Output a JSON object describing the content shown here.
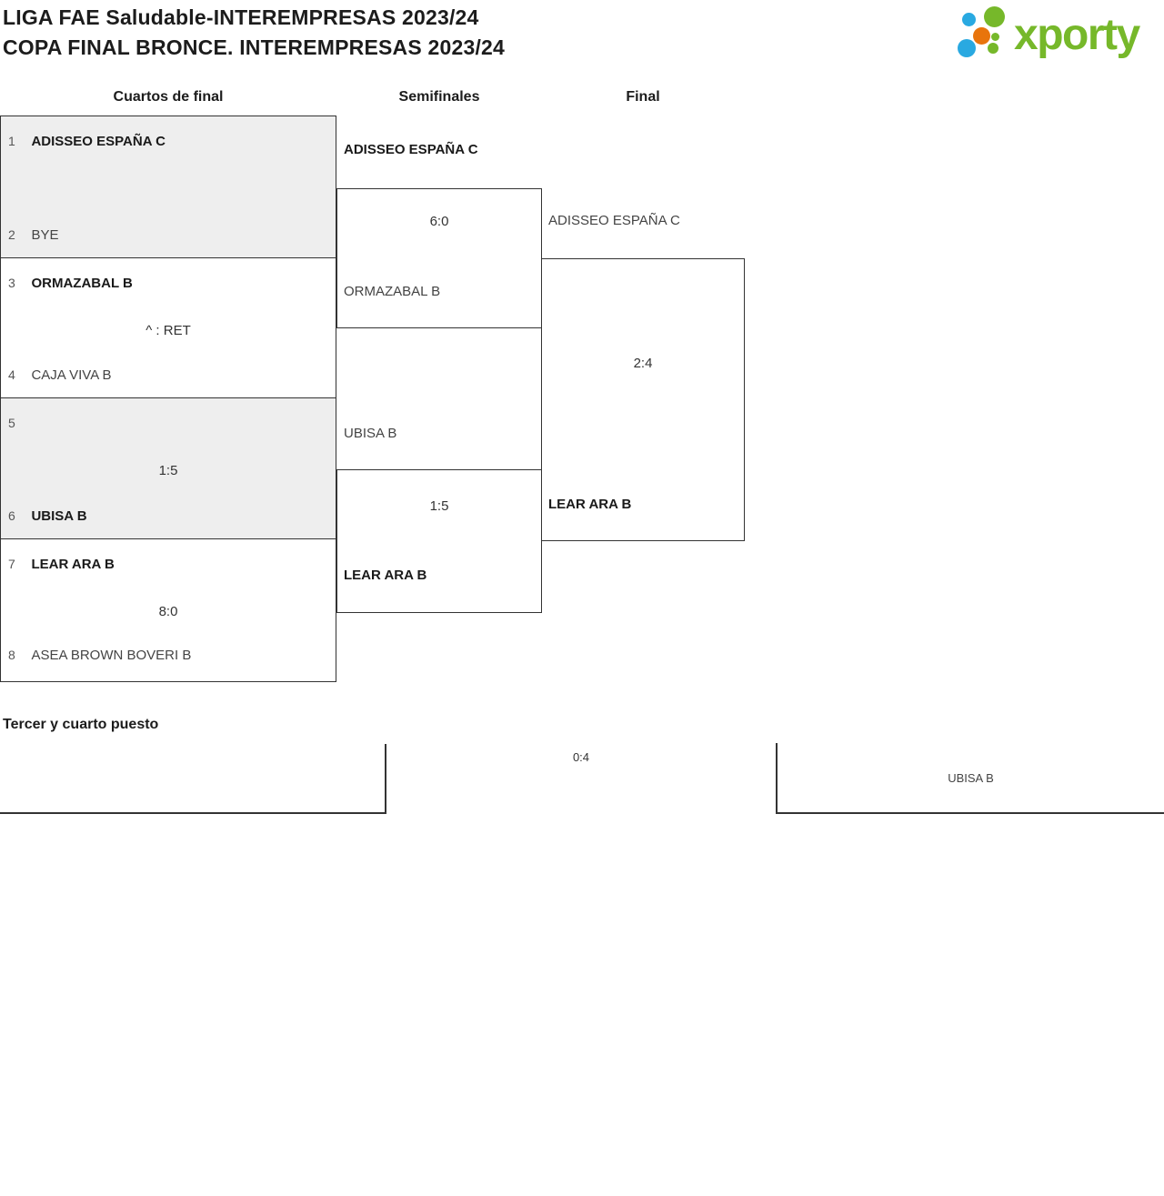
{
  "header": {
    "title_line1": "LIGA FAE Saludable-INTEREMPRESAS 2023/24",
    "title_line2": "COPA FINAL BRONCE. INTEREMPRESAS 2023/24",
    "logo": {
      "text": "xporty",
      "green": "#76b82a",
      "blue": "#29a9e1",
      "orange": "#e8740c"
    }
  },
  "columns": {
    "quarterfinals": "Cuartos de final",
    "semifinals": "Semifinales",
    "final": "Final"
  },
  "bracket": {
    "quarterfinals": [
      {
        "team1_seed": "1",
        "team1": "ADISSEO ESPAÑA C",
        "score": "",
        "team2_seed": "2",
        "team2": "BYE"
      },
      {
        "team1_seed": "3",
        "team1": "ORMAZABAL B",
        "score": "^ : RET",
        "team2_seed": "4",
        "team2": "CAJA VIVA B"
      },
      {
        "team1_seed": "5",
        "team1": "",
        "score": "1:5",
        "team2_seed": "6",
        "team2": "UBISA B"
      },
      {
        "team1_seed": "7",
        "team1": "LEAR ARA B",
        "score": "8:0",
        "team2_seed": "8",
        "team2": "ASEA BROWN BOVERI B"
      }
    ],
    "semifinals": [
      {
        "team1": "ADISSEO ESPAÑA C",
        "score": "6:0",
        "team2": "ORMAZABAL B"
      },
      {
        "team1": "UBISA B",
        "score": "1:5",
        "team2": "LEAR ARA B"
      }
    ],
    "final": {
      "team1": "ADISSEO ESPAÑA C",
      "score": "2:4",
      "team2": "LEAR ARA B"
    }
  },
  "third_place": {
    "heading": "Tercer y cuarto puesto",
    "score": "0:4",
    "winner": "UBISA B"
  }
}
